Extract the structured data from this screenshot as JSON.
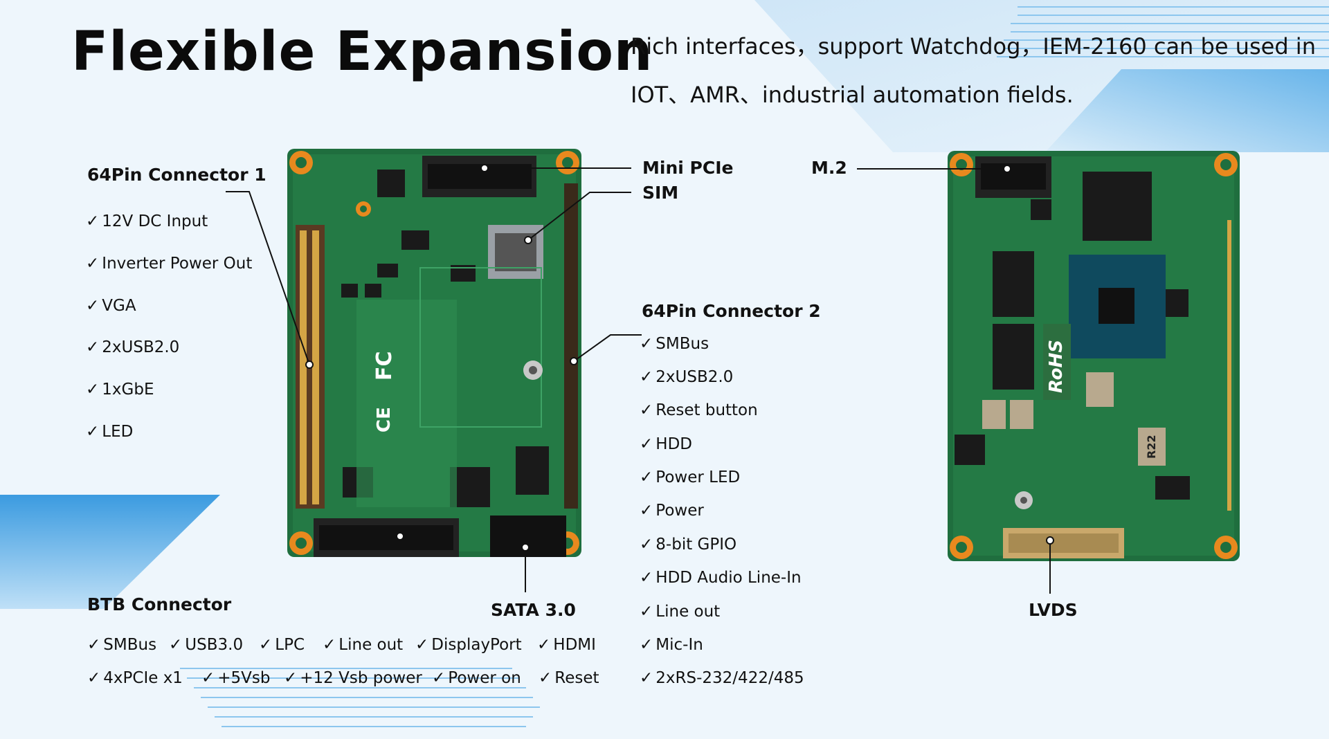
{
  "title": "Flexible Expansion",
  "description": {
    "line1": "Rich interfaces，support Watchdog，IEM-2160 can be used in",
    "line2": "IOT、AMR、industrial automation fields."
  },
  "front_board": {
    "silkscreen": [
      "FC",
      "CE"
    ]
  },
  "back_board": {
    "silkscreen": [
      "RoHS",
      "R22"
    ]
  },
  "callouts": {
    "mini_pcie": "Mini PCIe",
    "sim": "SIM",
    "m2": "M.2",
    "sata": "SATA 3.0",
    "lvds": "LVDS"
  },
  "connector1": {
    "title": "64Pin Connector 1",
    "items": [
      "12V DC Input",
      "Inverter Power Out",
      "VGA",
      "2xUSB2.0",
      "1xGbE",
      "LED"
    ]
  },
  "connector2": {
    "title": "64Pin Connector 2",
    "items": [
      "SMBus",
      "2xUSB2.0",
      "Reset button",
      "HDD",
      "Power LED",
      "Power",
      "8-bit GPIO",
      "HDD Audio Line-In",
      "Line out",
      "Mic-In",
      "2xRS-232/422/485"
    ]
  },
  "btb": {
    "title": "BTB Connector",
    "row1": [
      "SMBus",
      "USB3.0",
      "LPC",
      "Line out",
      "DisplayPort",
      "HDMI"
    ],
    "row2": [
      "4xPCIe x1",
      "+5Vsb",
      "+12 Vsb power",
      "Power on",
      "Reset"
    ]
  },
  "check_mark": "✓",
  "colors": {
    "pcb_green": "#1f6e3e",
    "pad_orange": "#e8891e",
    "accent_blue": "#3a9be0"
  }
}
